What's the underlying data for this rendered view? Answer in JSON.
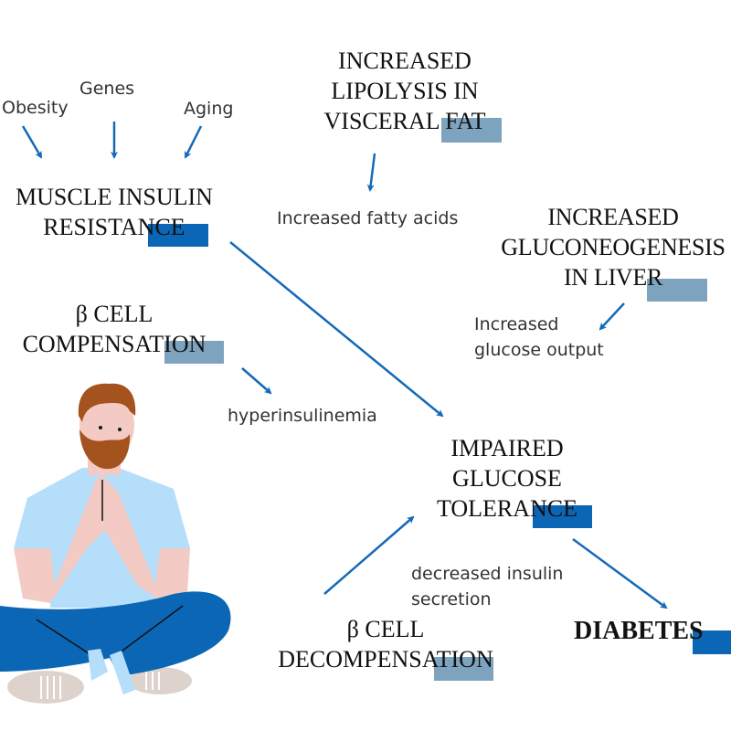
{
  "colors": {
    "accent_blue": "#0b67b6",
    "accent_gray": "#7ea3bf",
    "arrow": "#1469b8"
  },
  "factors": {
    "obesity": "Obesity",
    "genes": "Genes",
    "aging": "Aging"
  },
  "muscle": {
    "line1": "MUSCLE INSULIN",
    "line2": "RESISTANCE"
  },
  "lipolysis": {
    "line1": "INCREASED",
    "line2": "LIPOLYSIS IN",
    "line3": "VISCERAL FAT"
  },
  "fatty_acids": "Increased fatty acids",
  "liver": {
    "line1": "INCREASED",
    "line2": "GLUCONEOGENESIS",
    "line3": "IN LIVER"
  },
  "glucose_output": {
    "line1": "Increased",
    "line2": "glucose output"
  },
  "compensation": {
    "line1": "β CELL",
    "line2": "COMPENSATION"
  },
  "hyperinsulinemia": "hyperinsulinemia",
  "igt": {
    "line1": "IMPAIRED",
    "line2": "GLUCOSE",
    "line3": "TOLERANCE"
  },
  "decreased_secretion": {
    "line1": "decreased insulin",
    "line2": "secretion"
  },
  "decompensation": {
    "line1": "β CELL",
    "line2": "DECOMPENSATION"
  },
  "diabetes": "DIABETES"
}
